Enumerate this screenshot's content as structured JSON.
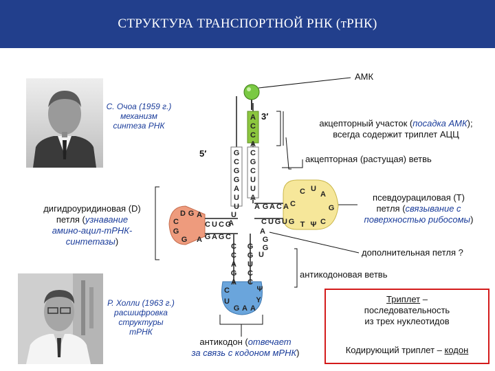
{
  "header": {
    "title": "СТРУКТУРА ТРАНСПОРТНОЙ РНК (тРНК)"
  },
  "colors": {
    "header": "#223f8c",
    "acceptor": "#8cc63f",
    "d_loop": "#e98a6a",
    "t_loop": "#f4e27a",
    "anticodon": "#5b9bd5",
    "amk_ball": "#7ac943",
    "frame": "#d31a1a"
  },
  "labels": {
    "amk": "АМК",
    "end3": "3′",
    "end5": "5′",
    "acceptor_site_1": "акцепторный участок (",
    "acceptor_site_2": "посадка АМК",
    "acceptor_site_3": ");",
    "acceptor_site_line2": "всегда содержит триплет АЦЦ",
    "acceptor_branch": "акцепторная (растущая) ветвь",
    "pseudo_1": "псевдоурациловая (Т)",
    "pseudo_2a": "петля (",
    "pseudo_2b": "связывание с",
    "pseudo_3a": "поверхностью рибосомы",
    "pseudo_3b": ")",
    "d_loop_1": "дигидроуридиновая (D)",
    "d_loop_2a": "петля (",
    "d_loop_2b": "узнавание",
    "d_loop_3": "амино-ацил-тРНК-",
    "d_loop_4a": "синтетазы",
    "d_loop_4b": ")",
    "extra_loop": "дополнительная петля ?",
    "anticodon_branch": "антикодоновая ветвь",
    "anticodon_1a": "антикодон (",
    "anticodon_1b": "отвечает",
    "anticodon_2a": "за связь с кодоном мРНК",
    "anticodon_2b": ")",
    "triplet_1": "Триплет",
    "triplet_1b": " –",
    "triplet_2": "последовательность",
    "triplet_3": "из трех нуклеотидов",
    "coding_a": "Кодирующий триплет – ",
    "coding_b": "кодон"
  },
  "persons": {
    "ochoa_1": "С. Очоа (1959 г.)",
    "ochoa_2": "механизм",
    "ochoa_3": "синтеза РНК",
    "holley_1": "Р. Холли (1963 г.)",
    "holley_2": "расшифровка",
    "holley_3": "структуры",
    "holley_4": "тРНК"
  },
  "sequences": {
    "acceptor_3prime": [
      "A",
      "C",
      "C",
      "A",
      "C",
      "G",
      "C",
      "U",
      "U",
      "A",
      "A"
    ],
    "acceptor_5prime": [
      "G",
      "C",
      "G",
      "G",
      "A",
      "U",
      "U",
      "U",
      "A"
    ],
    "d_stem_top": [
      "C",
      "U",
      "C",
      "G"
    ],
    "d_stem_bottom": [
      "G",
      "A",
      "G",
      "C"
    ],
    "d_loop": [
      "A",
      "G",
      "D",
      "C",
      "G",
      "G",
      "A"
    ],
    "t_stem_top": [
      "G",
      "A",
      "C",
      "A",
      "C"
    ],
    "t_stem_bottom": [
      "C",
      "U",
      "G",
      "U",
      "G"
    ],
    "t_loop": [
      "C",
      "U",
      "A",
      "G",
      "C",
      "Ψ",
      "T"
    ],
    "extra_loop": [
      "A",
      "G",
      "G",
      "U"
    ],
    "anticodon_stem_left": [
      "C",
      "C",
      "A",
      "G",
      "A"
    ],
    "anticodon_stem_right": [
      "G",
      "G",
      "U",
      "C",
      "C"
    ],
    "anticodon_loop": [
      "C",
      "U",
      "G",
      "A",
      "A",
      "Y",
      "Ψ"
    ]
  }
}
